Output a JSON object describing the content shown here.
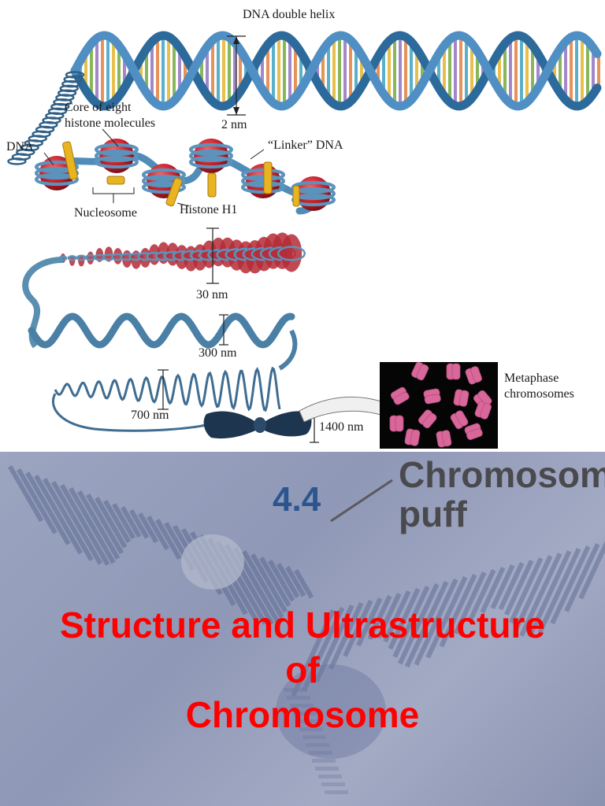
{
  "diagram": {
    "labels": {
      "dna_double_helix": "DNA double helix",
      "two_nm": "2 nm",
      "core_line1": "Core of eight",
      "core_line2": "histone molecules",
      "dna": "DNA",
      "linker_dna": "“Linker” DNA",
      "nucleosome": "Nucleosome",
      "histone_h1": "Histone H1",
      "thirty_nm": "30 nm",
      "three_hundred_nm": "300 nm",
      "seven_hundred_nm": "700 nm",
      "fourteen_hundred_nm": "1400 nm",
      "metaphase_line1": "Metaphase",
      "metaphase_line2": "chromosomes"
    },
    "colors": {
      "helix_strand": "#3f7fb4",
      "histone": "#c8232c",
      "histone_h1": "#e8b422",
      "coil": "#5b8fb0"
    }
  },
  "slide": {
    "number": "4.4",
    "puff_label_line1": "Chromosomal",
    "puff_label_line2": "puff",
    "title_line1": "Structure and Ultrastructure",
    "title_line2": "of",
    "title_line3": "Chromosome",
    "colors": {
      "title": "#ff0000",
      "number": "#2c5590",
      "background": "#949cb9"
    }
  }
}
